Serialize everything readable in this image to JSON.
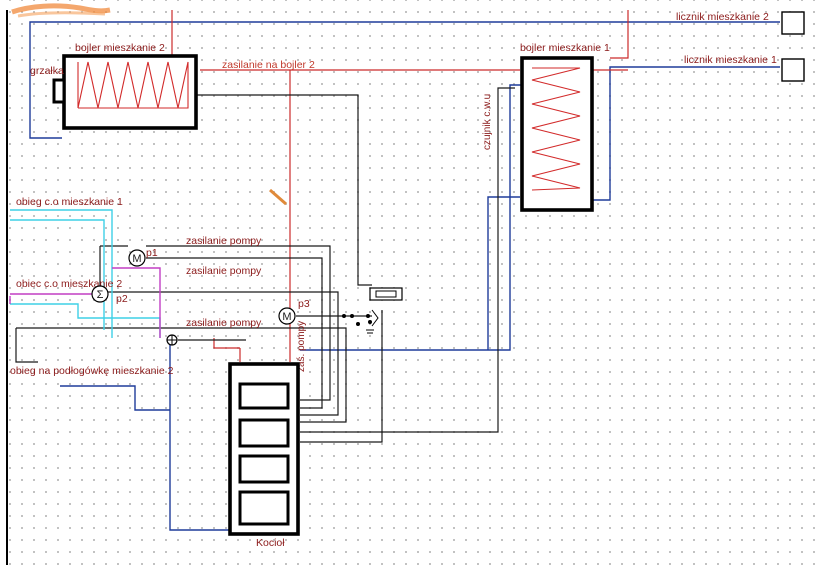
{
  "labels": {
    "meter_2": "licznik mieszkanie 2",
    "meter_1": "licznik mieszkanie 1",
    "boiler_2": "bojler mieszkanie 2",
    "boiler_1": "bojler mieszkanie 1",
    "heater": "grzałka",
    "supply_boiler": "zasilanie na bojler 2",
    "dhw_sensor": "czujnik c.w.u",
    "ch_circuit_1": "obieg c.o mieszkanie 1",
    "ch_circuit_2": "obiec c.o mieszkanie 2",
    "floor_circuit_2": "obieg na podłogówkę mieszkanie 2",
    "pump_supply_1": "zasilanie pompy",
    "pump_supply_2": "zasilanie pompy",
    "pump_supply_3": "zasilanie pompy",
    "pump_supply_short": "zaś. pompy",
    "pump_p1": "p1",
    "pump_p2": "p2",
    "pump_p3": "p3",
    "furnace": "Kocioł",
    "pump_symbol": "M",
    "sum_symbol": "Σ"
  },
  "colors": {
    "supply_line": "#cc2b2b",
    "return_line": "#1f3c9a",
    "electrical": "#1a1a1a",
    "circuit_1": "#3fd0e6",
    "circuit_2": "#c23fc4",
    "label_text": "#8b1a1a"
  }
}
